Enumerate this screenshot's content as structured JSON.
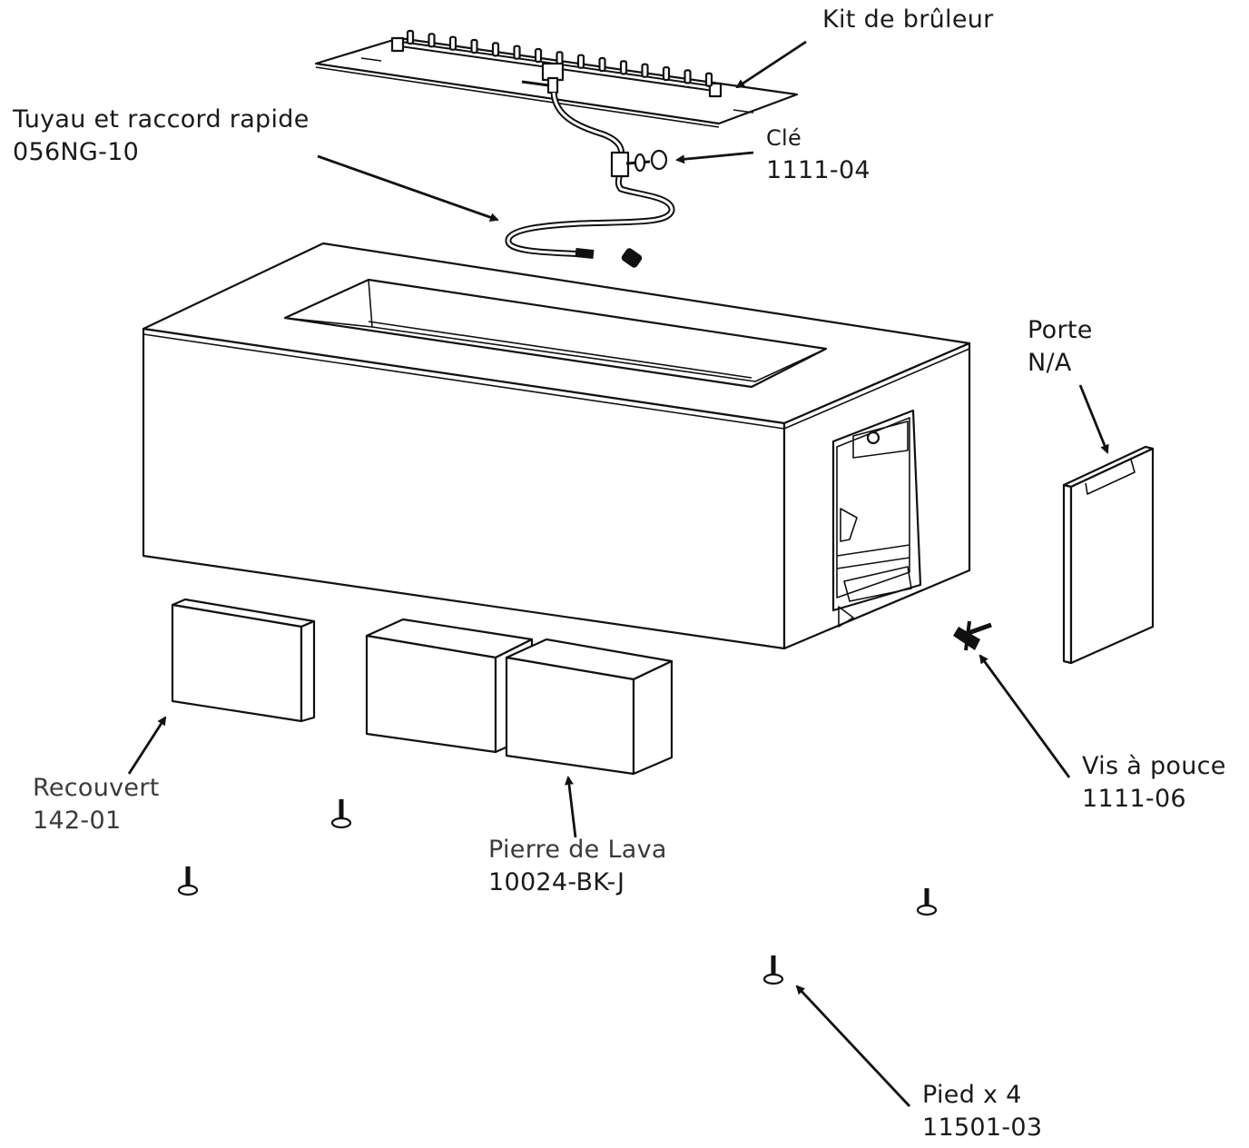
{
  "labels": {
    "burner_kit": {
      "name": "Kit de brûleur",
      "part": ""
    },
    "hose": {
      "name": "Tuyau et raccord rapide",
      "part": "056NG-10"
    },
    "key": {
      "name": "Clé",
      "part": "1111-04"
    },
    "door": {
      "name": "Porte",
      "part": "N/A"
    },
    "cover": {
      "name": "Recouvert",
      "part": "142-01"
    },
    "lava": {
      "name": "Pierre de Lava",
      "part": "10024-BK-J"
    },
    "thumb_screw": {
      "name": "Vis à pouce",
      "part": "1111-06"
    },
    "foot": {
      "name": "Pied x 4",
      "part": "11501-03"
    }
  },
  "colors": {
    "line": "#111111",
    "fill": "#ffffff",
    "text": "#1a1a1a"
  }
}
